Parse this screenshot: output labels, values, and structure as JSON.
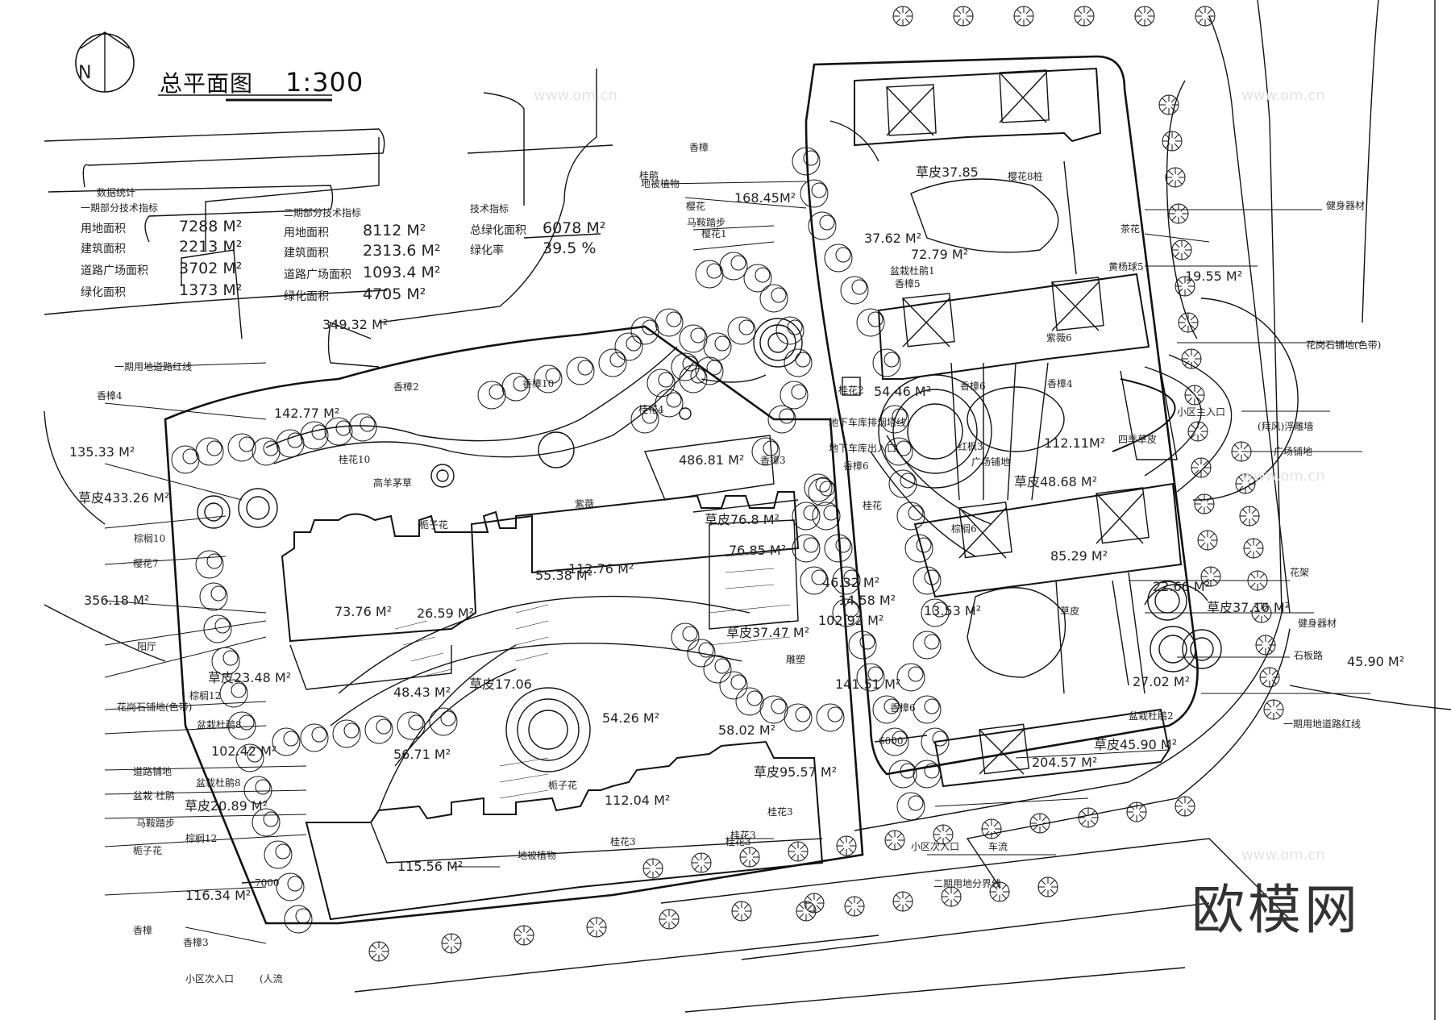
{
  "title": {
    "name": "总平面图",
    "scale": "1:300",
    "north": "N"
  },
  "stats": {
    "header": "数据统计",
    "phase1": {
      "heading": "一期部分技术指标",
      "rows": [
        {
          "label": "用地面积",
          "value": "7288 M²"
        },
        {
          "label": "建筑面积",
          "value": "2213 M²"
        },
        {
          "label": "道路广场面积",
          "value": "3702 M²"
        },
        {
          "label": "绿化面积",
          "value": "1373 M²"
        }
      ]
    },
    "phase2": {
      "heading": "二期部分技术指标",
      "rows": [
        {
          "label": "用地面积",
          "value": "8112 M²"
        },
        {
          "label": "建筑面积",
          "value": "2313.6 M²"
        },
        {
          "label": "道路广场面积",
          "value": "1093.4 M²"
        },
        {
          "label": "绿化面积",
          "value": "4705 M²"
        }
      ]
    },
    "tech": {
      "heading": "技术指标",
      "rows": [
        {
          "label": "总绿化面积",
          "value": "6078 M²"
        },
        {
          "label": "绿化率",
          "value": "39.5 %"
        }
      ]
    }
  },
  "areas": [
    "349.32 M²",
    "168.45M²",
    "37.62 M²",
    "72.79 M²",
    "19.55 M²",
    "142.77 M²",
    "135.33 M²",
    "草皮433.26 M²",
    "486.81 M²",
    "54.46 M²",
    "112.11M²",
    "草皮48.68 M²",
    "356.18 M²",
    "73.76 M²",
    "26.59 M²",
    "55.38 M²",
    "112.76 M²",
    "76.85 M²",
    "草皮76.8 M²",
    "46.32 M²",
    "14.58 M²",
    "102.92 M²",
    "85.29 M²",
    "22.66 M²",
    "草皮37.16 M²",
    "草皮23.48 M²",
    "48.43 M²",
    "草皮17.06",
    "草皮37.47 M²",
    "54.26 M²",
    "141.51 M²",
    "13.53 M²",
    "27.02 M²",
    "45.90 M²",
    "102.42 M²",
    "56.71 M²",
    "58.02 M²",
    "草皮95.57 M²",
    "草皮45.90 M²",
    "204.57 M²",
    "草皮20.89 M²",
    "112.04 M²",
    "115.56 M²",
    "116.34 M²",
    "草皮37.85"
  ],
  "labels": [
    "香樟",
    "桂鹃",
    "地被植物",
    "樱花",
    "马鞍踏步",
    "樱花1",
    "健身器材",
    "茶花",
    "黄杨球5",
    "花岗石铺地(色带)",
    "小区主入口",
    "(拜风)浮雕墙",
    "广场铺地",
    "一期用地道路红线",
    "香樟4",
    "香樟2",
    "香樟10",
    "桂花4",
    "桂花2",
    "地下车库排烟塔线",
    "地下车库出入口",
    "香樟3",
    "香樟6",
    "桂花10",
    "棕榈10",
    "樱花7",
    "紫薇",
    "栀子花",
    "高羊茅草",
    "桂花",
    "樱花8桩",
    "香樟5",
    "盆栽杜鹃1",
    "香樟4",
    "四季草皮",
    "紫薇6",
    "广场铺地",
    "红枫3",
    "棕榈6",
    "草皮",
    "石板路",
    "花架",
    "健身器材",
    "香樟6",
    "盆栽杜鹃2",
    "雕塑",
    "阳厅",
    "棕榈12",
    "花岗石铺地(色带)",
    "盆栽杜鹃8",
    "道路铺地",
    "盆栽杜鹃8",
    "盆栽 杜鹃",
    "马鞍踏步",
    "棕榈12",
    "栀子花",
    "香樟",
    "香樟3",
    "小区次入口",
    "(人流",
    "桂花3",
    "桂花3",
    "桂花3",
    "地被植物",
    "小区次入口",
    "车流",
    "二期用地分界线",
    "一期用地道路红线",
    "6000",
    "7000",
    "香樟6",
    "桂花3",
    "栀子花"
  ],
  "watermark": "欧模网",
  "watermark_small": "www.om.cn"
}
